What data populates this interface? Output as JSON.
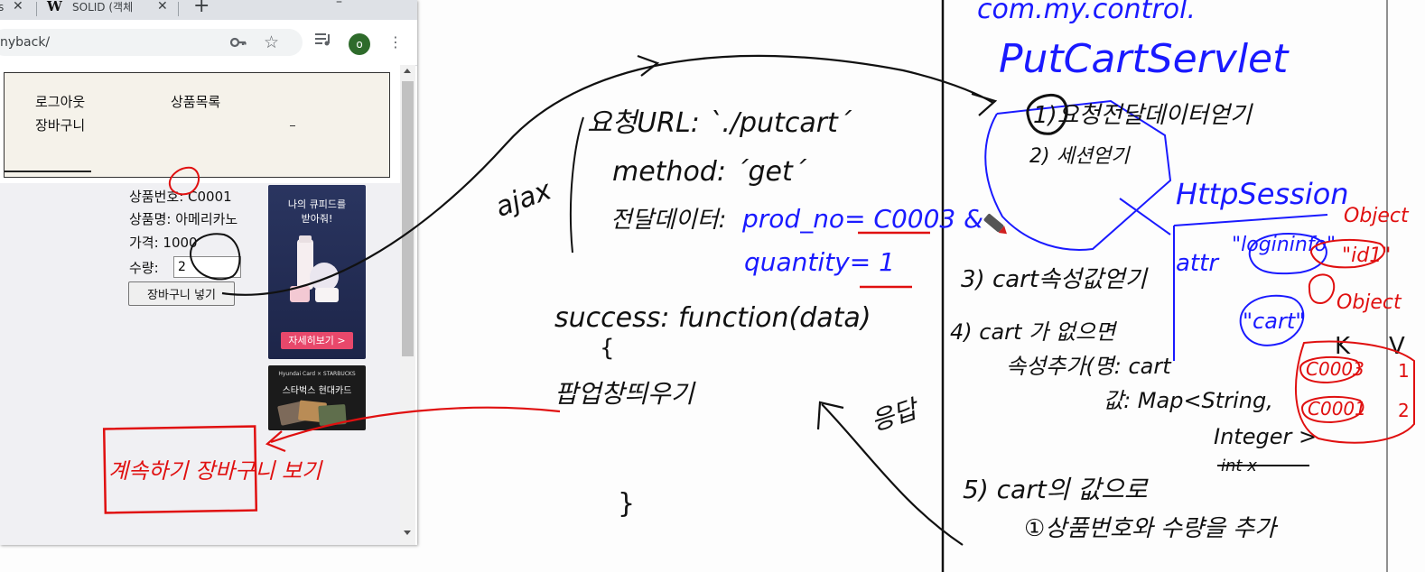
{
  "browser": {
    "tabs": [
      {
        "label": "s",
        "close": "✕"
      },
      {
        "favicon": "W",
        "label": "SOLID (객체",
        "close": "✕"
      }
    ],
    "new_tab": "+",
    "minimize": "–",
    "url": "nyback/",
    "avatar_letter": "o",
    "menu": "⋮",
    "icons": [
      "key-icon",
      "star-icon",
      "media-control-icon",
      "kebab-menu-icon"
    ]
  },
  "page": {
    "nav": {
      "logout": "로그아웃",
      "product_list": "상품목록",
      "cart": "장바구니"
    },
    "product": {
      "no": "상품번호: C0001",
      "name": "상품명: 아메리카노",
      "price": "가격: 1000",
      "qty_label": "수량:",
      "qty_value": "2",
      "add_button": "장바구니 넣기"
    },
    "ads": [
      {
        "text": "나의 큐피드를\n받아줘!",
        "button": "자세히보기 >"
      },
      {
        "top": "Hyundai Card  × STARBUCKS",
        "text": "스타벅스 현대카드"
      }
    ]
  },
  "notes": {
    "left": {
      "ajax": "ajax",
      "url_line": "요청URL: `./putcart´",
      "method_line": "method: ´get´",
      "data_label": "전달데이터:",
      "data_prod": "prod_no= C0003 &",
      "data_qty": "quantity= 1",
      "success": "success: function(data)",
      "open_brace": "{",
      "popup": "팝업창띄우기",
      "close_brace": "}",
      "response": "응답",
      "popup_box": "계속하기   장바구니 보기"
    },
    "right": {
      "package": "com.my.control.",
      "servlet": "PutCartServlet",
      "step1": "1)요청전달데이터얻기",
      "step2": "2) 세션얻기",
      "step3": "3) cart속성값얻기",
      "step4a": "4) cart 가 없으면",
      "step4b": "속성추가(명: cart",
      "step4c": "값: Map<String,",
      "step4d": "Integer >",
      "step4e": "int x",
      "step5a": "5) cart의 값으로",
      "step5b": "①상품번호와 수량을 추가",
      "session": "HttpSession",
      "attr": "attr",
      "logininfo": "\"logininfo\"",
      "cart_key": "\"cart\"",
      "object1": "Object",
      "id_val": "\"id1\"",
      "object2": "Object",
      "k": "K",
      "v": "V",
      "k1": "C0003",
      "v1": "1",
      "k2": "C0001",
      "v2": "2"
    }
  },
  "colors": {
    "ink_black": "#111111",
    "ink_blue": "#1a1aff",
    "ink_red": "#e01010",
    "header_bg": "#f5f2ea",
    "ad_bg": "#2a3560"
  }
}
